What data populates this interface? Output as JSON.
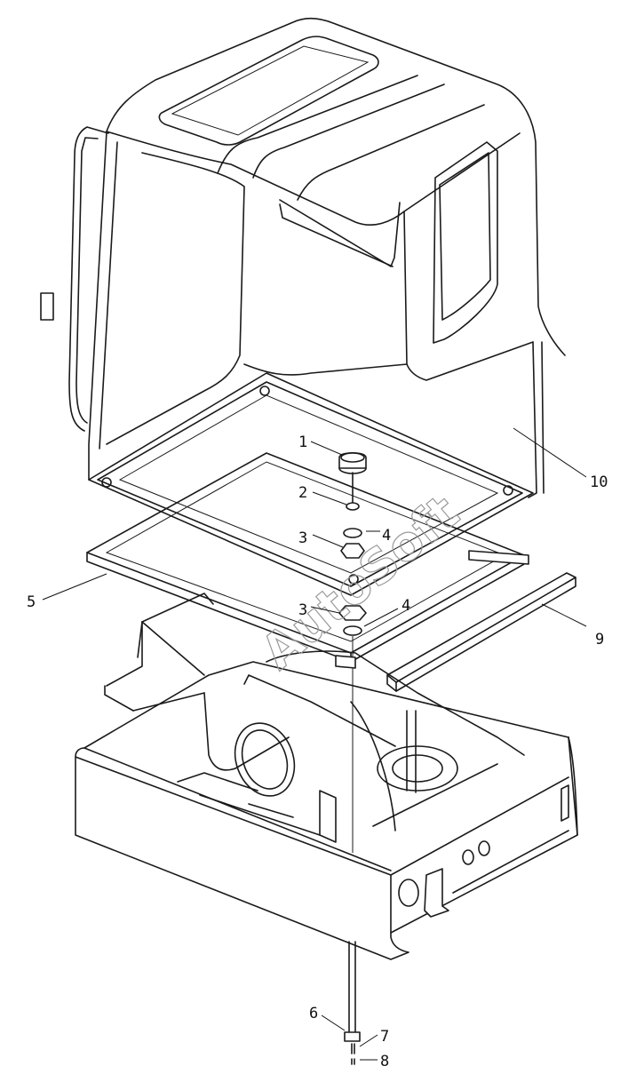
{
  "diagram": {
    "callouts": [
      {
        "id": "c1",
        "label": "1"
      },
      {
        "id": "c2",
        "label": "2"
      },
      {
        "id": "c3a",
        "label": "3"
      },
      {
        "id": "c4a",
        "label": "4"
      },
      {
        "id": "c5",
        "label": "5"
      },
      {
        "id": "c3b",
        "label": "3"
      },
      {
        "id": "c4b",
        "label": "4"
      },
      {
        "id": "c9",
        "label": "9"
      },
      {
        "id": "c10",
        "label": "10"
      },
      {
        "id": "c6",
        "label": "6"
      },
      {
        "id": "c7",
        "label": "7"
      },
      {
        "id": "c8",
        "label": "8"
      }
    ],
    "watermark": "AutoSoft"
  },
  "colors": {
    "line": "#1a1a1a",
    "watermark": "#9a9a9a",
    "background": "#ffffff"
  }
}
